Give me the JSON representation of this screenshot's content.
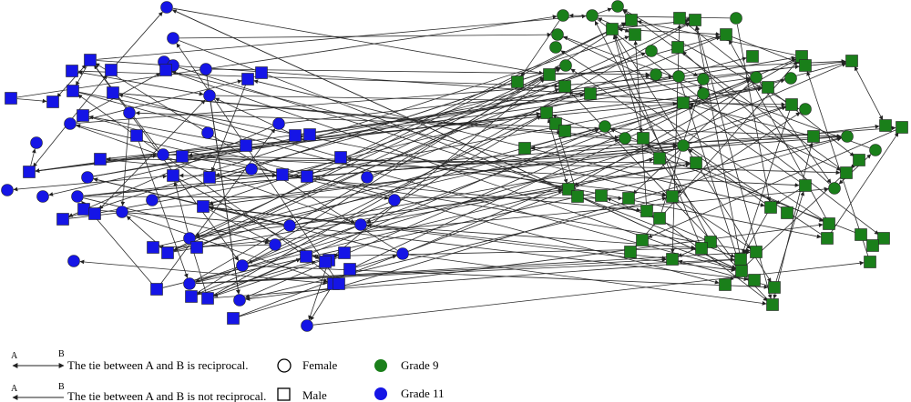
{
  "colors": {
    "grade9": "#1a7f1a",
    "grade11": "#1515e6",
    "edge": "#2a2a2a"
  },
  "legend": {
    "node_a": "A",
    "node_b": "B",
    "reciprocal": "The tie between A and B is reciprocal.",
    "not_reciprocal": "The tie between A and B is not reciprocal.",
    "female": "Female",
    "male": "Male",
    "grade9": "Grade 9",
    "grade11": "Grade 11"
  }
}
